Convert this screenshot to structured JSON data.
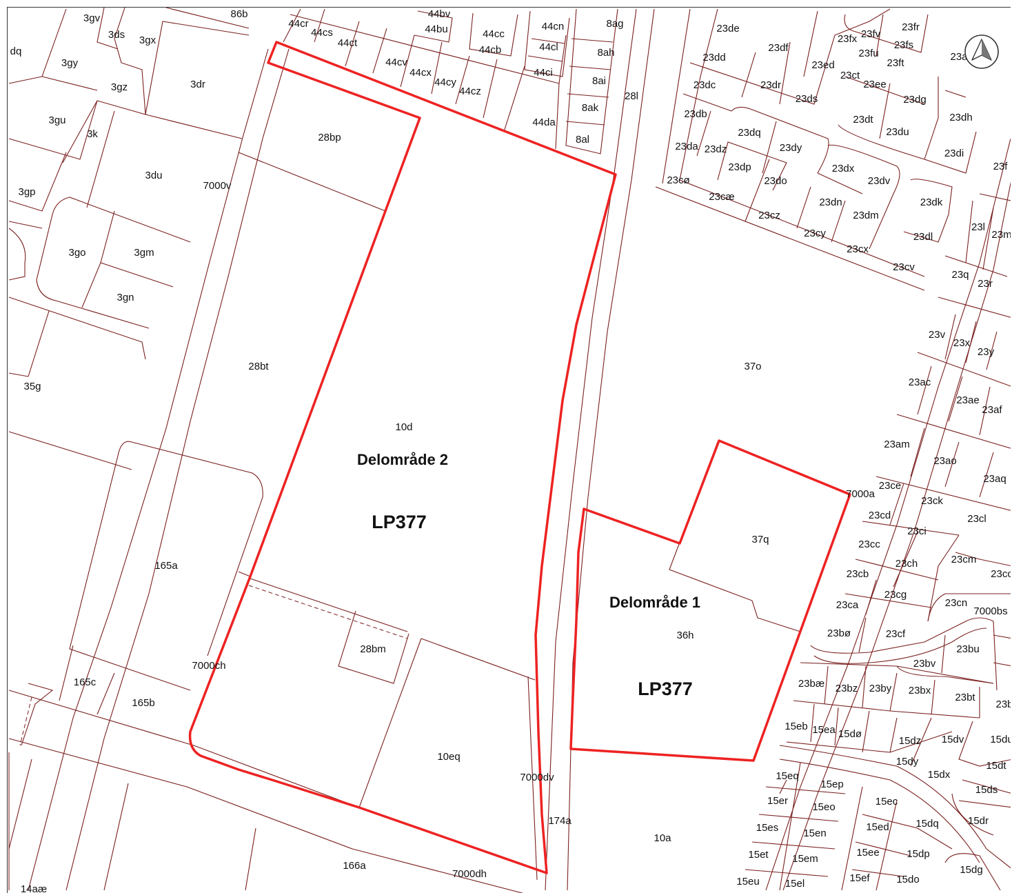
{
  "colors": {
    "parcel_lines": "#7a1f1f",
    "plan_boundary": "#ee2222",
    "background": "#ffffff"
  },
  "north_arrow": {
    "icon": "north-arrow-icon"
  },
  "areas": [
    {
      "name": "Delområde 2",
      "plan": "LP377"
    },
    {
      "name": "Delområde 1",
      "plan": "LP377"
    }
  ],
  "parcels": [
    "3gv",
    "86b",
    "44cr",
    "44bv",
    "44bu",
    "8ag",
    "23de",
    "23fr",
    "3ds",
    "3gx",
    "44cs",
    "44ct",
    "44cc",
    "44cn",
    "23fx",
    "23fv",
    "23fs",
    "dq",
    "44cb",
    "44cl",
    "8ah",
    "23df",
    "23dd",
    "23fu",
    "23ed",
    "23ft",
    "23a",
    "3gy",
    "44cv",
    "44cx",
    "44ci",
    "8ai",
    "23ct",
    "23ee",
    "3gz",
    "3dr",
    "44cy",
    "44cz",
    "23dr",
    "23dc",
    "23ds",
    "23dg",
    "28l",
    "8ak",
    "23dh",
    "3gu",
    "3k",
    "44da",
    "23dt",
    "23du",
    "23db",
    "23dq",
    "28bp",
    "8al",
    "23da",
    "23dz",
    "23dy",
    "23di",
    "3du",
    "23dx",
    "23dp",
    "23do",
    "23dv",
    "23f",
    "7000v",
    "3gp",
    "23cø",
    "23cæ",
    "23dk",
    "23dn",
    "23dm",
    "23cz",
    "23l",
    "23m",
    "23dl",
    "3go",
    "3gm",
    "23cy",
    "23cx",
    "23cv",
    "23q",
    "23r",
    "3gn",
    "28bt",
    "37o",
    "23v",
    "23x",
    "23y",
    "35g",
    "23ac",
    "23ae",
    "23af",
    "10d",
    "23am",
    "23ao",
    "23aq",
    "23ce",
    "7000a",
    "23ck",
    "23cd",
    "23cl",
    "23ci",
    "37q",
    "23cc",
    "23cm",
    "23ch",
    "23cb",
    "165a",
    "23cg",
    "23cc",
    "23cn",
    "23ca",
    "7000bs",
    "36h",
    "23bø",
    "23cf",
    "28bm",
    "23bu",
    "23bv",
    "7000ch",
    "165c",
    "23bæ",
    "23bz",
    "23by",
    "23bx",
    "23bt",
    "165b",
    "23b",
    "15eb",
    "15ea",
    "15dø",
    "15dz",
    "15dv",
    "15du",
    "15dy",
    "15dt",
    "15dx",
    "10eq",
    "7000dv",
    "15eq",
    "15ep",
    "15ds",
    "15er",
    "15eo",
    "15ec",
    "15es",
    "15ed",
    "15dq",
    "15dr",
    "174a",
    "15en",
    "10a",
    "15et",
    "15ee",
    "15em",
    "15dp",
    "15dg",
    "166a",
    "7000dh",
    "15eu",
    "15el",
    "15ef",
    "15do",
    "14aæ"
  ]
}
